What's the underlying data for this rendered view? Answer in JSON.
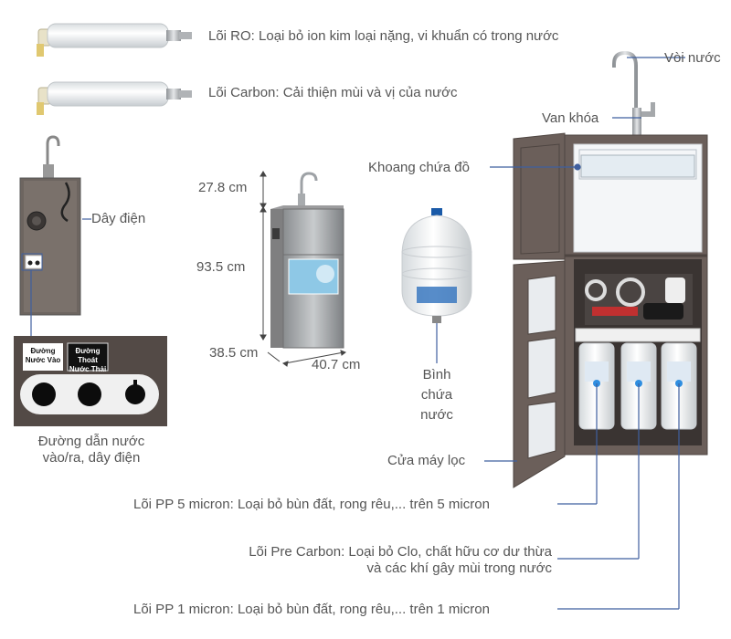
{
  "filters_top": {
    "ro": "Lõi RO: Loại bỏ ion kim loại nặng, vi khuẩn có trong nước",
    "carbon": "Lõi Carbon: Cải thiện mùi và vị của nước"
  },
  "back_panel": {
    "power_cord": "Dây điện",
    "inlet_label": "Đường Nước Vào",
    "outlet_label": "Đường Thoát Nước Thải",
    "ports_caption_line1": "Đường dẫn nước",
    "ports_caption_line2": "vào/ra, dây điện"
  },
  "dimensions": {
    "top_height": "27.8 cm",
    "body_height": "93.5 cm",
    "depth": "38.5 cm",
    "width": "40.7 cm"
  },
  "tank": {
    "line1": "Bình",
    "line2": "chứa",
    "line3": "nước"
  },
  "machine": {
    "faucet": "Vòi nước",
    "valve": "Van khóa",
    "storage": "Khoang chứa đồ",
    "door": "Cửa máy lọc",
    "pp5": "Lõi PP 5 micron: Loại bỏ bùn đất, rong rêu,... trên 5 micron",
    "pre_carbon_1": "Lõi Pre Carbon: Loại bỏ Clo, chất hữu cơ dư thừa",
    "pre_carbon_2": "và các khí gây mùi trong nước",
    "pp1": "Lõi PP 1 micron: Loại bỏ bùn đất, rong rêu,... trên 1 micron"
  },
  "colors": {
    "callout": "#3f5f9f",
    "cabinet": "#6b5f5a",
    "steel": "#b9bcc0"
  }
}
